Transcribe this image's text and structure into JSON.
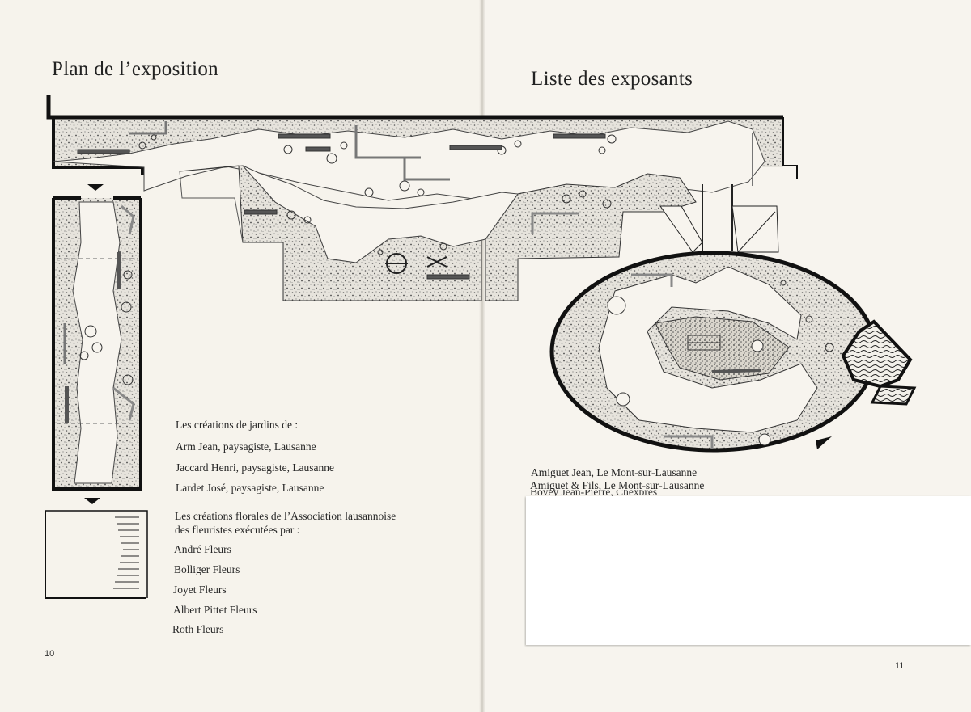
{
  "left_page": {
    "title": "Plan de l’exposition",
    "page_number": "10",
    "credits": {
      "gardens_heading": "Les créations de jardins de :",
      "gardeners": [
        "Arm Jean, paysagiste, Lausanne",
        "Jaccard Henri, paysagiste, Lausanne",
        "Lardet José, paysagiste, Lausanne"
      ],
      "florals_heading_line1": "Les créations florales de l’Association lausannoise",
      "florals_heading_line2": "des fleuristes exécutées par :",
      "florists": [
        "André Fleurs",
        "Bolliger Fleurs",
        "Joyet Fleurs",
        "Albert Pittet Fleurs",
        "Roth Fleurs"
      ]
    }
  },
  "right_page": {
    "title": "Liste des exposants",
    "page_number": "11",
    "exhibitors": [
      "Amiguet Jean, Le Mont-sur-Lausanne",
      "Amiguet & Fils, Le Mont-sur-Lausanne",
      "Bovey Jean-Pierre, Chexbres"
    ]
  }
}
